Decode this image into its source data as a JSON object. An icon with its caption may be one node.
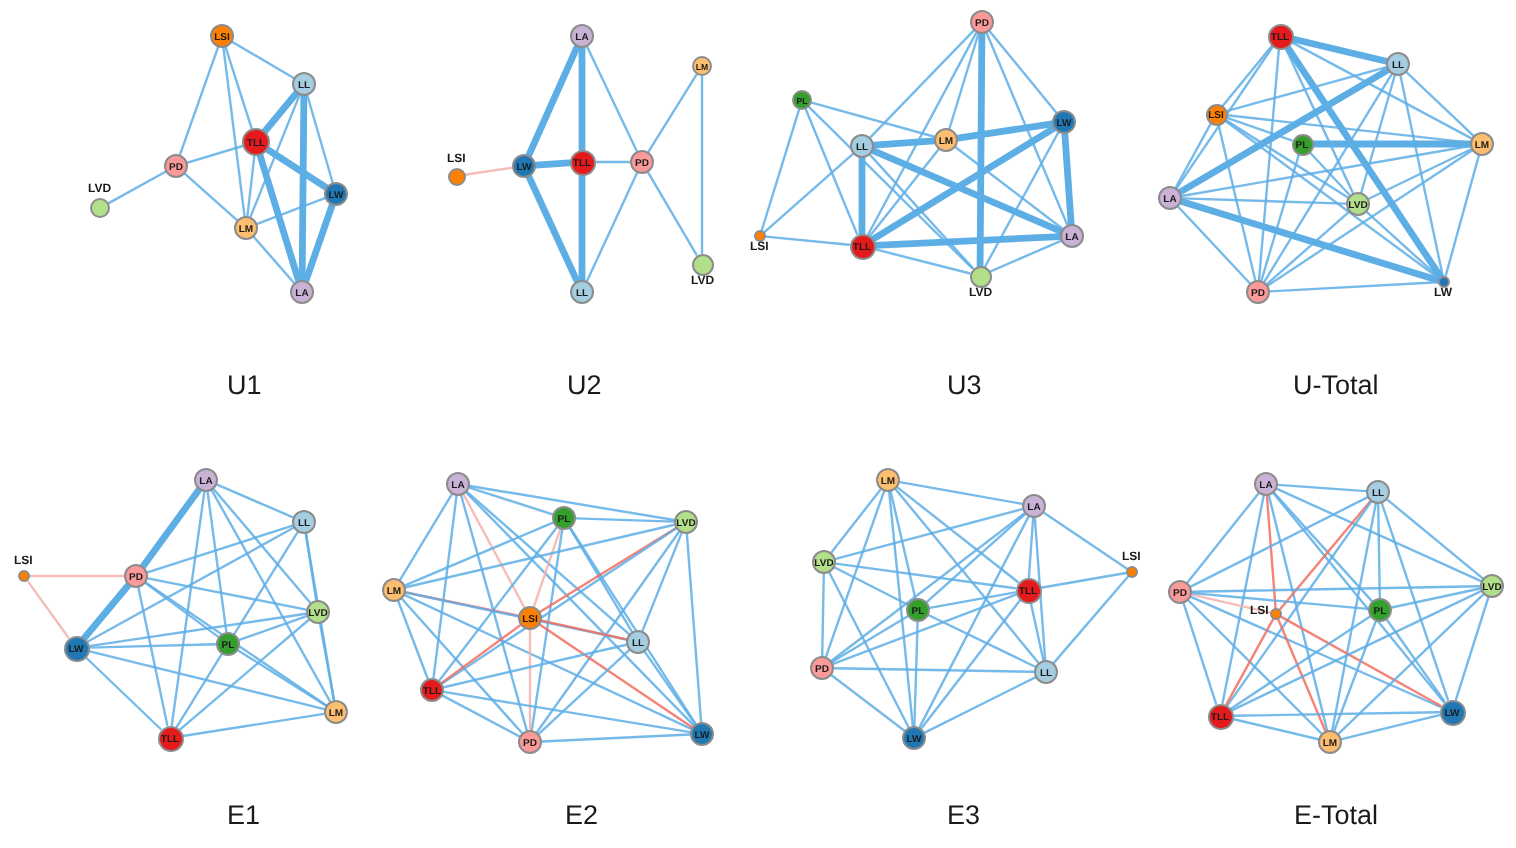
{
  "diagram": {
    "nodes": [
      {
        "text": [
          "LSI"
        ]
      },
      {
        "text": [
          "LL"
        ]
      },
      {
        "text": [
          "TLL"
        ]
      },
      {
        "text": [
          "PD"
        ]
      },
      {
        "text": [
          "LVD"
        ]
      },
      {
        "text": [
          "LW"
        ]
      },
      {
        "text": [
          "LM"
        ]
      },
      {
        "text": [
          "LA"
        ]
      },
      {
        "text": [
          "LA"
        ]
      },
      {
        "text": [
          "LM"
        ]
      },
      {
        "text": [
          "LSI"
        ]
      },
      {
        "text": [
          "LW"
        ]
      },
      {
        "text": [
          "TLL"
        ]
      },
      {
        "text": [
          "PD"
        ]
      },
      {
        "text": [
          "LVD"
        ]
      },
      {
        "text": [
          "LL"
        ]
      },
      {
        "text": [
          "PD"
        ]
      },
      {
        "text": [
          "PL"
        ]
      },
      {
        "text": [
          "LL"
        ]
      },
      {
        "text": [
          "LM"
        ]
      },
      {
        "text": [
          "LW"
        ]
      },
      {
        "text": [
          "LSI"
        ]
      },
      {
        "text": [
          "TLL"
        ]
      },
      {
        "text": [
          "LA"
        ]
      },
      {
        "text": [
          "LVD"
        ]
      },
      {
        "text": [
          "TLL"
        ]
      },
      {
        "text": [
          "LL"
        ]
      },
      {
        "text": [
          "LSI"
        ]
      },
      {
        "text": [
          "PL"
        ]
      },
      {
        "text": [
          "LM"
        ]
      },
      {
        "text": [
          "LA"
        ]
      },
      {
        "text": [
          "LVD"
        ]
      },
      {
        "text": [
          "LW"
        ]
      },
      {
        "text": [
          "PD"
        ]
      },
      {
        "text": [
          "LA"
        ]
      },
      {
        "text": [
          "LL"
        ]
      },
      {
        "text": [
          "LSI"
        ]
      },
      {
        "text": [
          "PD"
        ]
      },
      {
        "text": [
          "LVD"
        ]
      },
      {
        "text": [
          "PL"
        ]
      },
      {
        "text": [
          "LW"
        ]
      },
      {
        "text": [
          "LM"
        ]
      },
      {
        "text": [
          "TLL"
        ]
      },
      {
        "text": [
          "LA"
        ]
      },
      {
        "text": [
          "PL"
        ]
      },
      {
        "text": [
          "LVD"
        ]
      },
      {
        "text": [
          "LM"
        ]
      },
      {
        "text": [
          "LSI"
        ]
      },
      {
        "text": [
          "LL"
        ]
      },
      {
        "text": [
          "TLL"
        ]
      },
      {
        "text": [
          "PD"
        ]
      },
      {
        "text": [
          "LW"
        ]
      },
      {
        "text": [
          "LM"
        ]
      },
      {
        "text": [
          "LA"
        ]
      },
      {
        "text": [
          "LVD"
        ]
      },
      {
        "text": [
          "LSI"
        ]
      },
      {
        "text": [
          "TLL"
        ]
      },
      {
        "text": [
          "PL"
        ]
      },
      {
        "text": [
          "PD"
        ]
      },
      {
        "text": [
          "LL"
        ]
      },
      {
        "text": [
          "LW"
        ]
      },
      {
        "text": [
          "LA"
        ]
      },
      {
        "text": [
          "LL"
        ]
      },
      {
        "text": [
          "PD"
        ]
      },
      {
        "text": [
          "LSI"
        ]
      },
      {
        "text": [
          "PL"
        ]
      },
      {
        "text": [
          "LVD"
        ]
      },
      {
        "text": [
          "TLL"
        ]
      },
      {
        "text": [
          "LM"
        ]
      },
      {
        "text": [
          "LW"
        ]
      }
    ],
    "edges": [
      {
        "from": 0,
        "to": 1,
        "arrow": "none"
      },
      {
        "from": 0,
        "to": 2,
        "arrow": "none"
      },
      {
        "from": 0,
        "to": 3,
        "arrow": "none"
      },
      {
        "from": 0,
        "to": 6,
        "arrow": "none"
      },
      {
        "from": 1,
        "to": 2,
        "arrow": "none",
        "style": "thick"
      },
      {
        "from": 1,
        "to": 5,
        "arrow": "none"
      },
      {
        "from": 1,
        "to": 6,
        "arrow": "none"
      },
      {
        "from": 1,
        "to": 7,
        "arrow": "none",
        "style": "thick"
      },
      {
        "from": 2,
        "to": 3,
        "arrow": "none"
      },
      {
        "from": 2,
        "to": 5,
        "arrow": "none",
        "style": "thick"
      },
      {
        "from": 2,
        "to": 6,
        "arrow": "none"
      },
      {
        "from": 2,
        "to": 7,
        "arrow": "none",
        "style": "thick"
      },
      {
        "from": 3,
        "to": 4,
        "arrow": "none"
      },
      {
        "from": 3,
        "to": 6,
        "arrow": "none"
      },
      {
        "from": 5,
        "to": 6,
        "arrow": "none"
      },
      {
        "from": 5,
        "to": 7,
        "arrow": "none",
        "style": "thick"
      },
      {
        "from": 6,
        "to": 7,
        "arrow": "none"
      },
      {
        "from": 10,
        "to": 11,
        "arrow": "none",
        "color": "#f5b1ab"
      },
      {
        "from": 8,
        "to": 11,
        "arrow": "none",
        "style": "thick"
      },
      {
        "from": 8,
        "to": 12,
        "arrow": "none",
        "style": "thick"
      },
      {
        "from": 8,
        "to": 13,
        "arrow": "none"
      },
      {
        "from": 9,
        "to": 13,
        "arrow": "none"
      },
      {
        "from": 9,
        "to": 14,
        "arrow": "none"
      },
      {
        "from": 11,
        "to": 12,
        "arrow": "none",
        "style": "thick"
      },
      {
        "from": 11,
        "to": 15,
        "arrow": "none",
        "style": "thick"
      },
      {
        "from": 12,
        "to": 13,
        "arrow": "none"
      },
      {
        "from": 12,
        "to": 15,
        "arrow": "none",
        "style": "thick"
      },
      {
        "from": 13,
        "to": 14,
        "arrow": "none"
      },
      {
        "from": 13,
        "to": 15,
        "arrow": "none"
      },
      {
        "from": 16,
        "to": 18,
        "arrow": "none"
      },
      {
        "from": 16,
        "to": 19,
        "arrow": "none"
      },
      {
        "from": 16,
        "to": 20,
        "arrow": "none"
      },
      {
        "from": 16,
        "to": 22,
        "arrow": "none"
      },
      {
        "from": 16,
        "to": 23,
        "arrow": "none"
      },
      {
        "from": 16,
        "to": 24,
        "arrow": "none",
        "style": "thick"
      },
      {
        "from": 17,
        "to": 19,
        "arrow": "none"
      },
      {
        "from": 17,
        "to": 21,
        "arrow": "none"
      },
      {
        "from": 17,
        "to": 22,
        "arrow": "none"
      },
      {
        "from": 17,
        "to": 24,
        "arrow": "none"
      },
      {
        "from": 18,
        "to": 19,
        "arrow": "none",
        "style": "thick"
      },
      {
        "from": 18,
        "to": 21,
        "arrow": "none"
      },
      {
        "from": 18,
        "to": 22,
        "arrow": "none",
        "style": "thick"
      },
      {
        "from": 18,
        "to": 23,
        "arrow": "none",
        "style": "thick"
      },
      {
        "from": 18,
        "to": 24,
        "arrow": "none"
      },
      {
        "from": 19,
        "to": 20,
        "arrow": "none",
        "style": "thick"
      },
      {
        "from": 19,
        "to": 22,
        "arrow": "none"
      },
      {
        "from": 19,
        "to": 23,
        "arrow": "none"
      },
      {
        "from": 20,
        "to": 22,
        "arrow": "none",
        "style": "thick"
      },
      {
        "from": 20,
        "to": 23,
        "arrow": "none",
        "style": "thick"
      },
      {
        "from": 20,
        "to": 24,
        "arrow": "none"
      },
      {
        "from": 21,
        "to": 22,
        "arrow": "none"
      },
      {
        "from": 22,
        "to": 23,
        "arrow": "none",
        "style": "thick"
      },
      {
        "from": 22,
        "to": 24,
        "arrow": "none"
      },
      {
        "from": 23,
        "to": 24,
        "arrow": "none"
      },
      {
        "from": 25,
        "to": 26,
        "arrow": "none",
        "style": "thick"
      },
      {
        "from": 25,
        "to": 27,
        "arrow": "none"
      },
      {
        "from": 25,
        "to": 29,
        "arrow": "none"
      },
      {
        "from": 25,
        "to": 30,
        "arrow": "none"
      },
      {
        "from": 25,
        "to": 31,
        "arrow": "none"
      },
      {
        "from": 25,
        "to": 32,
        "arrow": "none",
        "style": "thick"
      },
      {
        "from": 25,
        "to": 33,
        "arrow": "none"
      },
      {
        "from": 26,
        "to": 27,
        "arrow": "none"
      },
      {
        "from": 26,
        "to": 29,
        "arrow": "none"
      },
      {
        "from": 26,
        "to": 30,
        "arrow": "none",
        "style": "thick"
      },
      {
        "from": 26,
        "to": 31,
        "arrow": "none"
      },
      {
        "from": 26,
        "to": 32,
        "arrow": "none"
      },
      {
        "from": 26,
        "to": 33,
        "arrow": "none"
      },
      {
        "from": 27,
        "to": 28,
        "arrow": "none"
      },
      {
        "from": 27,
        "to": 29,
        "arrow": "none"
      },
      {
        "from": 27,
        "to": 30,
        "arrow": "none"
      },
      {
        "from": 27,
        "to": 31,
        "arrow": "none"
      },
      {
        "from": 27,
        "to": 32,
        "arrow": "none"
      },
      {
        "from": 27,
        "to": 33,
        "arrow": "none"
      },
      {
        "from": 28,
        "to": 29,
        "arrow": "none",
        "style": "thick"
      },
      {
        "from": 28,
        "to": 31,
        "arrow": "none"
      },
      {
        "from": 28,
        "to": 33,
        "arrow": "none"
      },
      {
        "from": 29,
        "to": 30,
        "arrow": "none"
      },
      {
        "from": 29,
        "to": 31,
        "arrow": "none"
      },
      {
        "from": 29,
        "to": 32,
        "arrow": "none"
      },
      {
        "from": 29,
        "to": 33,
        "arrow": "none"
      },
      {
        "from": 30,
        "to": 31,
        "arrow": "none"
      },
      {
        "from": 30,
        "to": 32,
        "arrow": "none",
        "style": "thick"
      },
      {
        "from": 30,
        "to": 33,
        "arrow": "none"
      },
      {
        "from": 31,
        "to": 32,
        "arrow": "none"
      },
      {
        "from": 31,
        "to": 33,
        "arrow": "none"
      },
      {
        "from": 32,
        "to": 33,
        "arrow": "none"
      },
      {
        "from": 34,
        "to": 35,
        "arrow": "none"
      },
      {
        "from": 34,
        "to": 37,
        "arrow": "none",
        "style": "thick"
      },
      {
        "from": 34,
        "to": 38,
        "arrow": "none"
      },
      {
        "from": 34,
        "to": 39,
        "arrow": "none"
      },
      {
        "from": 34,
        "to": 41,
        "arrow": "none"
      },
      {
        "from": 34,
        "to": 42,
        "arrow": "none"
      },
      {
        "from": 35,
        "to": 37,
        "arrow": "none"
      },
      {
        "from": 35,
        "to": 38,
        "arrow": "none"
      },
      {
        "from": 35,
        "to": 39,
        "arrow": "none"
      },
      {
        "from": 35,
        "to": 40,
        "arrow": "none"
      },
      {
        "from": 35,
        "to": 41,
        "arrow": "none"
      },
      {
        "from": 36,
        "to": 37,
        "arrow": "none",
        "color": "#f5b1ab"
      },
      {
        "from": 36,
        "to": 40,
        "arrow": "none",
        "color": "#f5b1ab"
      },
      {
        "from": 37,
        "to": 38,
        "arrow": "none"
      },
      {
        "from": 37,
        "to": 39,
        "arrow": "none"
      },
      {
        "from": 37,
        "to": 40,
        "arrow": "none",
        "style": "thick"
      },
      {
        "from": 37,
        "to": 41,
        "arrow": "none"
      },
      {
        "from": 37,
        "to": 42,
        "arrow": "none"
      },
      {
        "from": 38,
        "to": 39,
        "arrow": "none"
      },
      {
        "from": 38,
        "to": 40,
        "arrow": "none"
      },
      {
        "from": 38,
        "to": 41,
        "arrow": "none"
      },
      {
        "from": 38,
        "to": 42,
        "arrow": "none"
      },
      {
        "from": 39,
        "to": 40,
        "arrow": "none"
      },
      {
        "from": 39,
        "to": 41,
        "arrow": "none"
      },
      {
        "from": 39,
        "to": 42,
        "arrow": "none"
      },
      {
        "from": 40,
        "to": 41,
        "arrow": "none"
      },
      {
        "from": 40,
        "to": 42,
        "arrow": "none"
      },
      {
        "from": 41,
        "to": 42,
        "arrow": "none"
      },
      {
        "from": 43,
        "to": 44,
        "arrow": "none"
      },
      {
        "from": 43,
        "to": 45,
        "arrow": "none"
      },
      {
        "from": 43,
        "to": 46,
        "arrow": "none"
      },
      {
        "from": 43,
        "to": 47,
        "arrow": "none",
        "color": "#f5b1ab"
      },
      {
        "from": 43,
        "to": 48,
        "arrow": "none"
      },
      {
        "from": 43,
        "to": 49,
        "arrow": "none"
      },
      {
        "from": 43,
        "to": 50,
        "arrow": "none"
      },
      {
        "from": 43,
        "to": 51,
        "arrow": "none"
      },
      {
        "from": 44,
        "to": 45,
        "arrow": "none"
      },
      {
        "from": 44,
        "to": 46,
        "arrow": "none"
      },
      {
        "from": 44,
        "to": 47,
        "arrow": "none",
        "color": "#f5b1ab"
      },
      {
        "from": 44,
        "to": 48,
        "arrow": "none"
      },
      {
        "from": 44,
        "to": 49,
        "arrow": "none"
      },
      {
        "from": 44,
        "to": 50,
        "arrow": "none"
      },
      {
        "from": 44,
        "to": 51,
        "arrow": "none"
      },
      {
        "from": 45,
        "to": 46,
        "arrow": "none"
      },
      {
        "from": 45,
        "to": 47,
        "arrow": "none",
        "color": "#f26d5f"
      },
      {
        "from": 45,
        "to": 48,
        "arrow": "none"
      },
      {
        "from": 45,
        "to": 49,
        "arrow": "none"
      },
      {
        "from": 45,
        "to": 50,
        "arrow": "none"
      },
      {
        "from": 45,
        "to": 51,
        "arrow": "none"
      },
      {
        "from": 46,
        "to": 47,
        "arrow": "none",
        "color": "#f26d5f"
      },
      {
        "from": 46,
        "to": 48,
        "arrow": "none"
      },
      {
        "from": 46,
        "to": 49,
        "arrow": "none"
      },
      {
        "from": 46,
        "to": 50,
        "arrow": "none"
      },
      {
        "from": 46,
        "to": 51,
        "arrow": "none"
      },
      {
        "from": 47,
        "to": 48,
        "arrow": "none",
        "color": "#f26d5f"
      },
      {
        "from": 47,
        "to": 49,
        "arrow": "none",
        "color": "#f26d5f"
      },
      {
        "from": 47,
        "to": 50,
        "arrow": "none",
        "color": "#f5b1ab"
      },
      {
        "from": 47,
        "to": 51,
        "arrow": "none",
        "color": "#f26d5f"
      },
      {
        "from": 48,
        "to": 49,
        "arrow": "none"
      },
      {
        "from": 48,
        "to": 50,
        "arrow": "none"
      },
      {
        "from": 48,
        "to": 51,
        "arrow": "none"
      },
      {
        "from": 49,
        "to": 50,
        "arrow": "none"
      },
      {
        "from": 49,
        "to": 51,
        "arrow": "none"
      },
      {
        "from": 50,
        "to": 51,
        "arrow": "none"
      },
      {
        "from": 52,
        "to": 53,
        "arrow": "none"
      },
      {
        "from": 52,
        "to": 54,
        "arrow": "none"
      },
      {
        "from": 52,
        "to": 56,
        "arrow": "none"
      },
      {
        "from": 52,
        "to": 57,
        "arrow": "none"
      },
      {
        "from": 52,
        "to": 58,
        "arrow": "none"
      },
      {
        "from": 52,
        "to": 59,
        "arrow": "none"
      },
      {
        "from": 52,
        "to": 60,
        "arrow": "none"
      },
      {
        "from": 53,
        "to": 54,
        "arrow": "none"
      },
      {
        "from": 53,
        "to": 55,
        "arrow": "none"
      },
      {
        "from": 53,
        "to": 56,
        "arrow": "none"
      },
      {
        "from": 53,
        "to": 57,
        "arrow": "none"
      },
      {
        "from": 53,
        "to": 58,
        "arrow": "none"
      },
      {
        "from": 53,
        "to": 59,
        "arrow": "none"
      },
      {
        "from": 53,
        "to": 60,
        "arrow": "none"
      },
      {
        "from": 54,
        "to": 56,
        "arrow": "none"
      },
      {
        "from": 54,
        "to": 57,
        "arrow": "none"
      },
      {
        "from": 54,
        "to": 58,
        "arrow": "none"
      },
      {
        "from": 54,
        "to": 60,
        "arrow": "none"
      },
      {
        "from": 55,
        "to": 56,
        "arrow": "none"
      },
      {
        "from": 55,
        "to": 59,
        "arrow": "none"
      },
      {
        "from": 56,
        "to": 57,
        "arrow": "none"
      },
      {
        "from": 56,
        "to": 58,
        "arrow": "none"
      },
      {
        "from": 56,
        "to": 59,
        "arrow": "none"
      },
      {
        "from": 56,
        "to": 60,
        "arrow": "none"
      },
      {
        "from": 57,
        "to": 58,
        "arrow": "none"
      },
      {
        "from": 57,
        "to": 59,
        "arrow": "none"
      },
      {
        "from": 57,
        "to": 60,
        "arrow": "none"
      },
      {
        "from": 58,
        "to": 59,
        "arrow": "none"
      },
      {
        "from": 58,
        "to": 60,
        "arrow": "none"
      },
      {
        "from": 59,
        "to": 60,
        "arrow": "none"
      },
      {
        "from": 61,
        "to": 62,
        "arrow": "none"
      },
      {
        "from": 61,
        "to": 63,
        "arrow": "none"
      },
      {
        "from": 61,
        "to": 64,
        "arrow": "none",
        "color": "#f26d5f"
      },
      {
        "from": 61,
        "to": 65,
        "arrow": "none"
      },
      {
        "from": 61,
        "to": 66,
        "arrow": "none"
      },
      {
        "from": 61,
        "to": 67,
        "arrow": "none"
      },
      {
        "from": 61,
        "to": 68,
        "arrow": "none"
      },
      {
        "from": 61,
        "to": 69,
        "arrow": "none"
      },
      {
        "from": 62,
        "to": 63,
        "arrow": "none"
      },
      {
        "from": 62,
        "to": 64,
        "arrow": "none",
        "color": "#f26d5f"
      },
      {
        "from": 62,
        "to": 65,
        "arrow": "none"
      },
      {
        "from": 62,
        "to": 66,
        "arrow": "none"
      },
      {
        "from": 62,
        "to": 67,
        "arrow": "none"
      },
      {
        "from": 62,
        "to": 68,
        "arrow": "none"
      },
      {
        "from": 62,
        "to": 69,
        "arrow": "none"
      },
      {
        "from": 63,
        "to": 64,
        "arrow": "none",
        "color": "#f5b1ab"
      },
      {
        "from": 63,
        "to": 65,
        "arrow": "none"
      },
      {
        "from": 63,
        "to": 66,
        "arrow": "none"
      },
      {
        "from": 63,
        "to": 67,
        "arrow": "none"
      },
      {
        "from": 63,
        "to": 68,
        "arrow": "none"
      },
      {
        "from": 63,
        "to": 69,
        "arrow": "none"
      },
      {
        "from": 64,
        "to": 67,
        "arrow": "none",
        "color": "#f26d5f"
      },
      {
        "from": 64,
        "to": 68,
        "arrow": "none",
        "color": "#f26d5f"
      },
      {
        "from": 64,
        "to": 69,
        "arrow": "none",
        "color": "#f26d5f"
      },
      {
        "from": 65,
        "to": 66,
        "arrow": "none"
      },
      {
        "from": 65,
        "to": 67,
        "arrow": "none"
      },
      {
        "from": 65,
        "to": 68,
        "arrow": "none"
      },
      {
        "from": 65,
        "to": 69,
        "arrow": "none"
      },
      {
        "from": 66,
        "to": 67,
        "arrow": "none"
      },
      {
        "from": 66,
        "to": 68,
        "arrow": "none"
      },
      {
        "from": 66,
        "to": 69,
        "arrow": "none"
      },
      {
        "from": 67,
        "to": 68,
        "arrow": "none"
      },
      {
        "from": 67,
        "to": 69,
        "arrow": "none"
      },
      {
        "from": 68,
        "to": 69,
        "arrow": "none"
      }
    ],
    "labels": [
      "U1",
      "U2",
      "U3",
      "U-Total",
      "E1",
      "E2",
      "E3",
      "E-Total"
    ]
  }
}
